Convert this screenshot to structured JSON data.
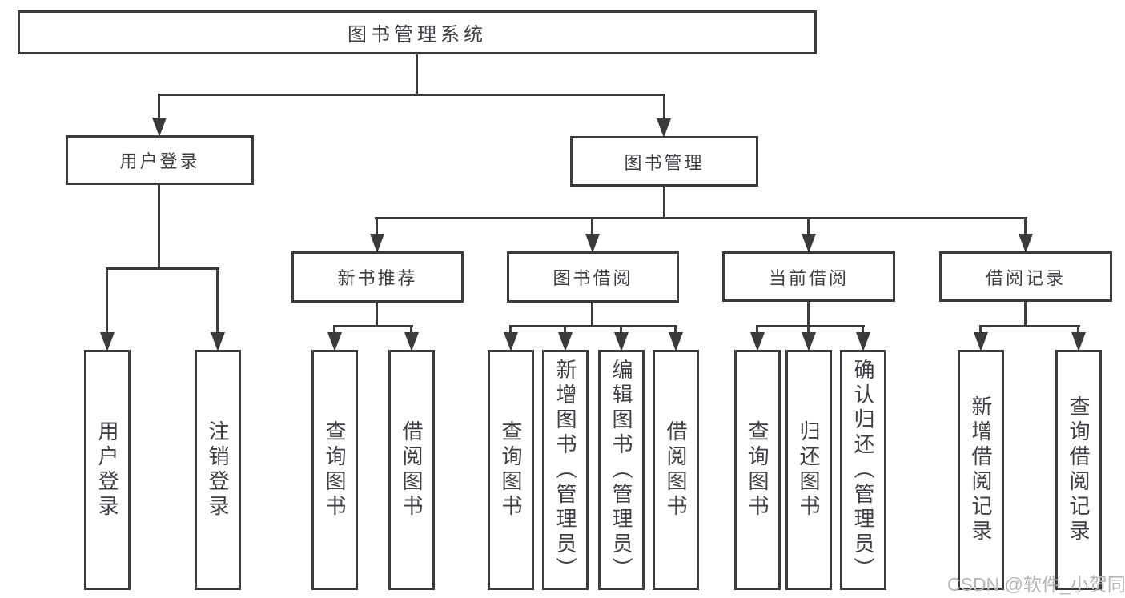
{
  "diagram": {
    "root": {
      "label": "图书管理系统"
    },
    "branches": [
      {
        "label": "用户登录",
        "children": [
          {
            "label": "用户登录"
          },
          {
            "label": "注销登录"
          }
        ]
      },
      {
        "label": "图书管理",
        "children": [
          {
            "label": "新书推荐",
            "children": [
              {
                "label": "查询图书"
              },
              {
                "label": "借阅图书"
              }
            ]
          },
          {
            "label": "图书借阅",
            "children": [
              {
                "label": "查询图书"
              },
              {
                "label": "新增图书（管理员）"
              },
              {
                "label": "编辑图书（管理员）"
              },
              {
                "label": "借阅图书"
              }
            ]
          },
          {
            "label": "当前借阅",
            "children": [
              {
                "label": "查询图书"
              },
              {
                "label": "归还图书"
              },
              {
                "label": "确认归还（管理员）"
              }
            ]
          },
          {
            "label": "借阅记录",
            "children": [
              {
                "label": "新增借阅记录"
              },
              {
                "label": "查询借阅记录"
              }
            ]
          }
        ]
      }
    ]
  },
  "watermark": {
    "text": "CSDN @软件_小贺同学"
  },
  "colors": {
    "line": "#3b3b3b",
    "text": "#3c3f45",
    "background": "#ffffff",
    "watermark": "#b5b5b5"
  }
}
